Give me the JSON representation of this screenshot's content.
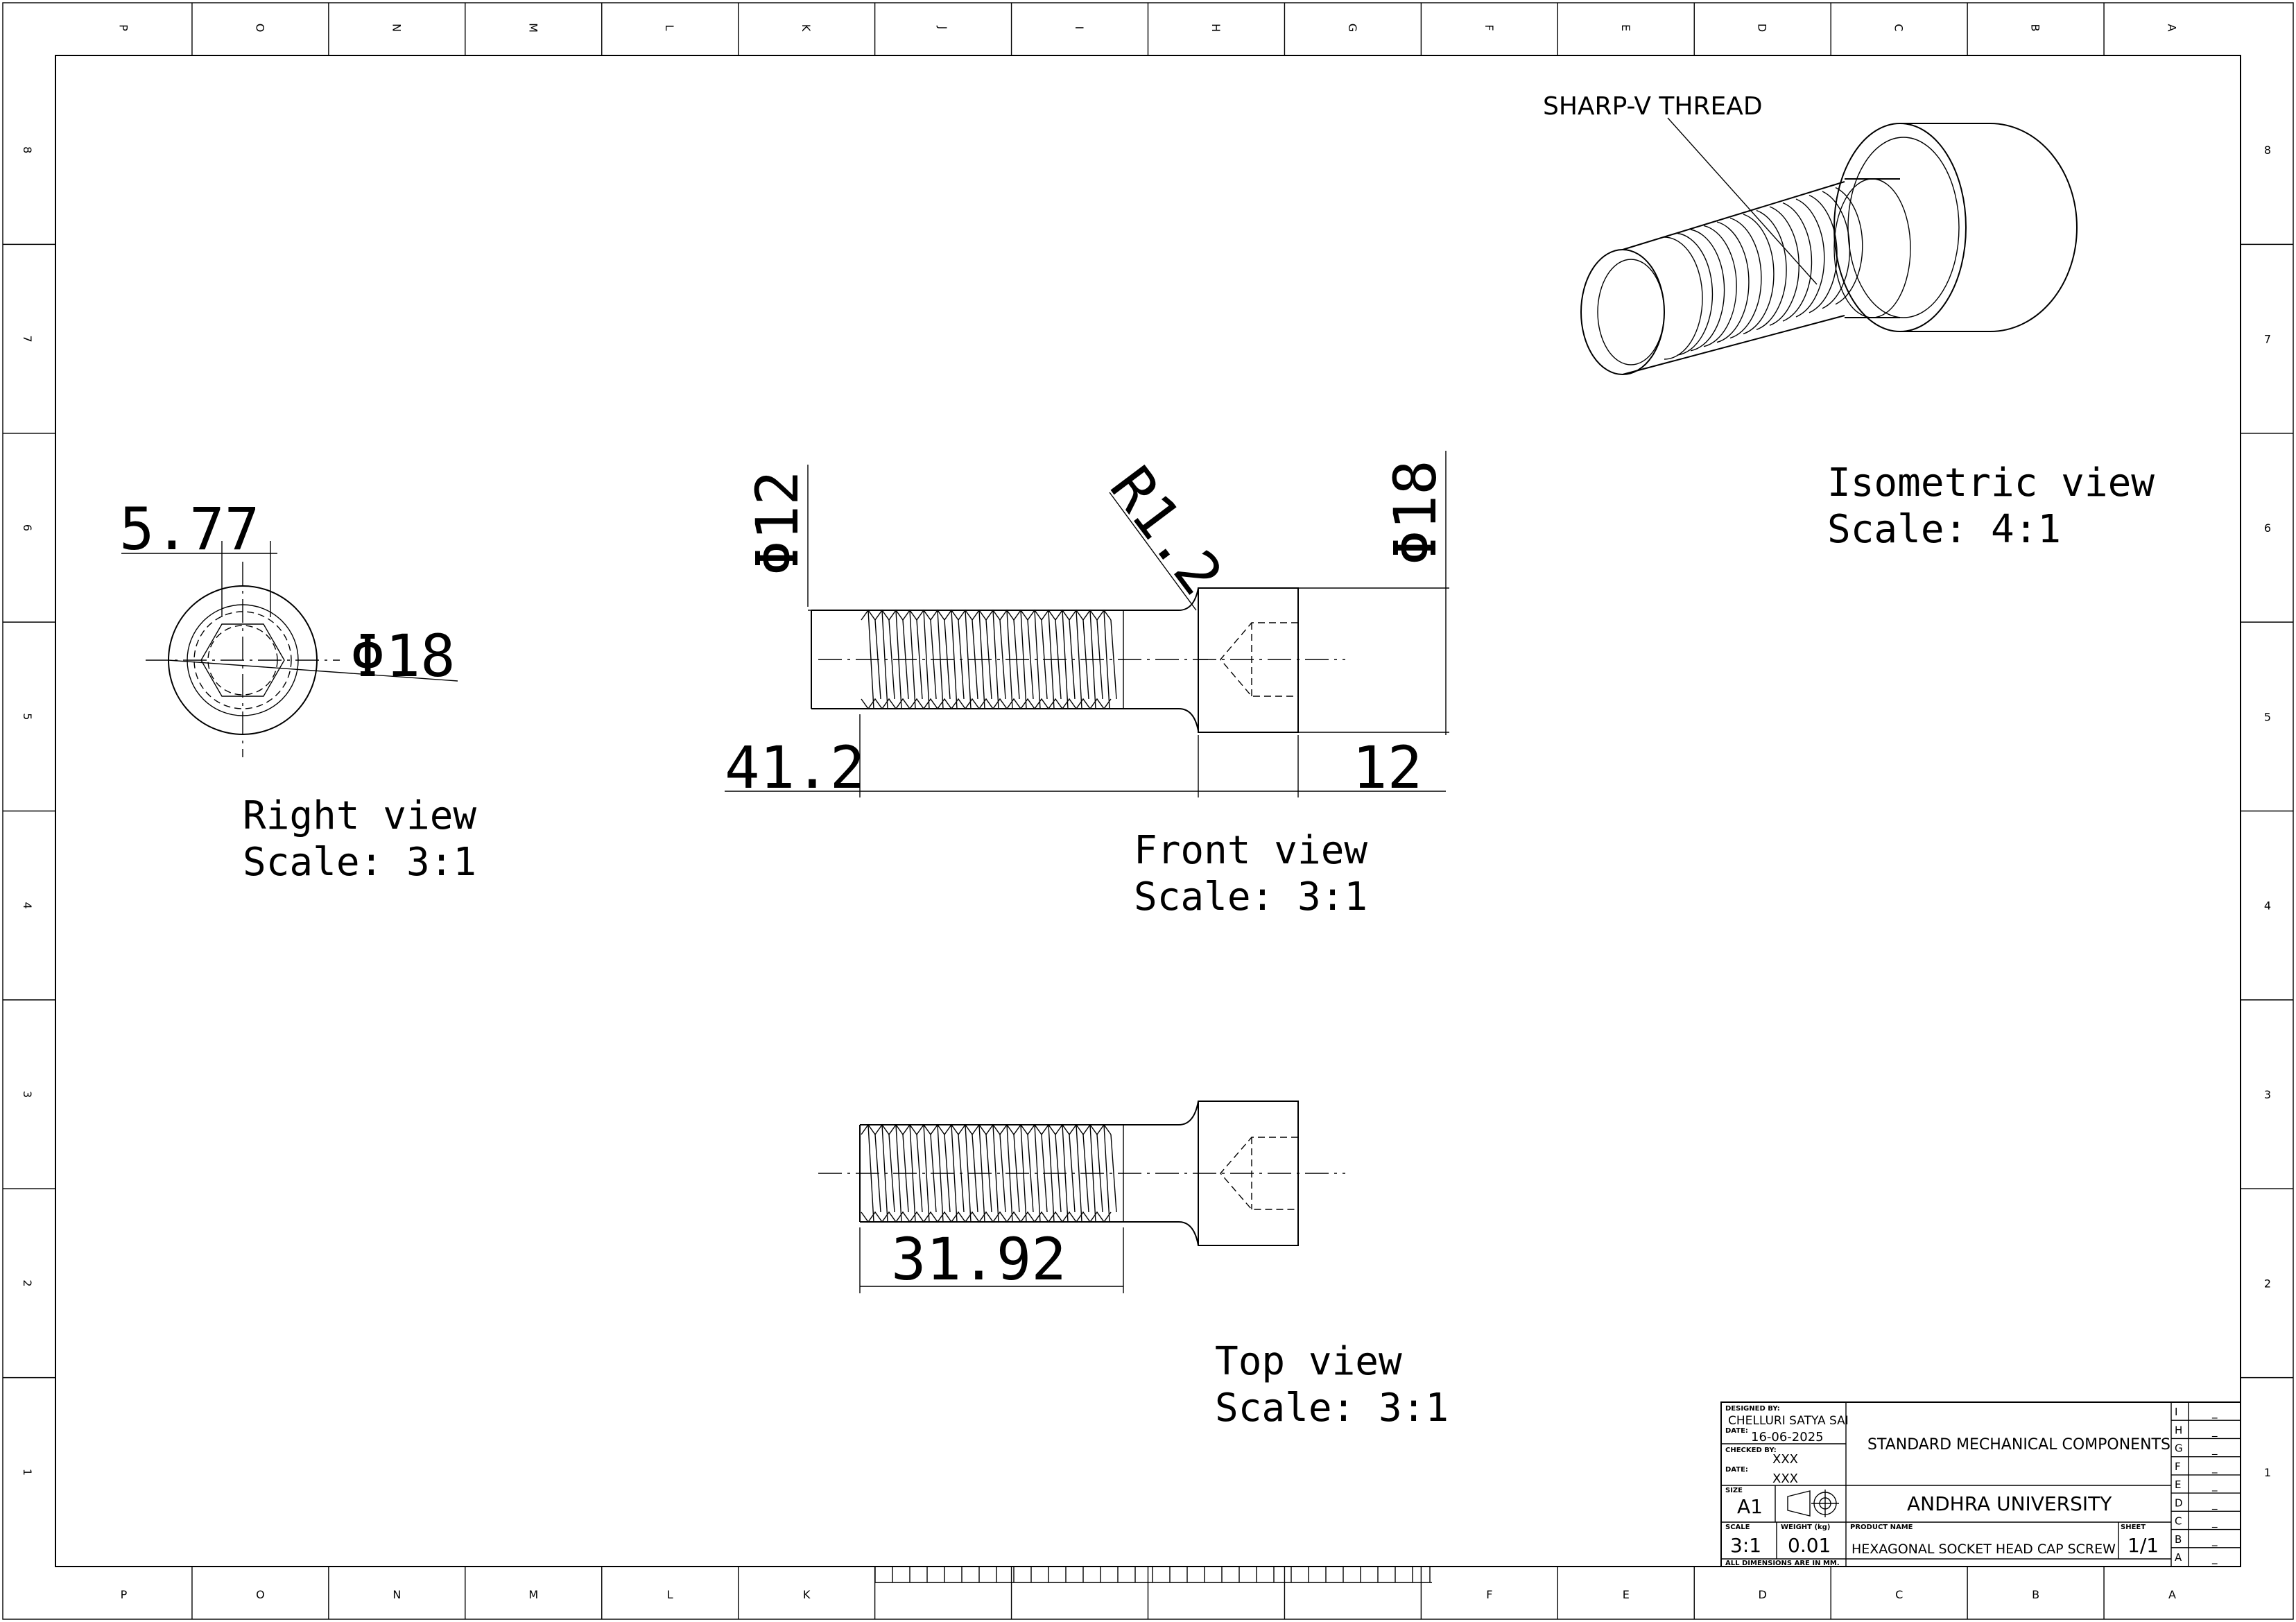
{
  "zones": {
    "letters_top": [
      "P",
      "O",
      "N",
      "M",
      "L",
      "K",
      "J",
      "I",
      "H",
      "G",
      "F",
      "E",
      "D",
      "C",
      "B",
      "A"
    ],
    "letters_bottom": [
      "P",
      "O",
      "N",
      "M",
      "L",
      "K",
      "",
      "",
      "",
      "",
      "F",
      "E",
      "D",
      "C",
      "B",
      "A"
    ],
    "numbers": [
      "8",
      "7",
      "6",
      "5",
      "4",
      "3",
      "2",
      "1"
    ]
  },
  "views": {
    "right": {
      "title": "Right view",
      "scale": "Scale:  3:1",
      "dims": [
        "5.77",
        "Φ18"
      ]
    },
    "front": {
      "title": "Front view",
      "scale": "Scale:  3:1",
      "dims": [
        "Φ12",
        "R1.2",
        "Φ18",
        "41.2",
        "12"
      ]
    },
    "top": {
      "title": "Top view",
      "scale": "Scale:  3:1",
      "dims": [
        "31.92"
      ]
    },
    "isometric": {
      "title": "Isometric view",
      "scale": "Scale:  4:1",
      "note": "SHARP-V THREAD"
    }
  },
  "title_block": {
    "designed_by_label": "DESIGNED BY:",
    "designer": "CHELLURI SATYA SAI",
    "date_label": "DATE:",
    "date": "16-06-2025",
    "checked_by_label": "CHECKED BY:",
    "checker": "XXX",
    "date2_label": "DATE:",
    "date2": "XXX",
    "size_label": "SIZE",
    "size": "A1",
    "scale_label": "SCALE",
    "scale": "3:1",
    "weight_label": "WEIGHT (kg)",
    "weight": "0.01",
    "product_label": "PRODUCT NAME",
    "sheet_label": "SHEET",
    "sheet": "1/1",
    "category": "STANDARD MECHANICAL COMPONENTS",
    "institution": "ANDHRA UNIVERSITY",
    "part_name": "HEXAGONAL SOCKET HEAD CAP SCREW",
    "footnote": "ALL DIMENSIONS ARE IN MM.",
    "revisions": [
      {
        "letter": "I",
        "value": "_"
      },
      {
        "letter": "H",
        "value": "_"
      },
      {
        "letter": "G",
        "value": "_"
      },
      {
        "letter": "F",
        "value": "_"
      },
      {
        "letter": "E",
        "value": "_"
      },
      {
        "letter": "D",
        "value": "_"
      },
      {
        "letter": "C",
        "value": "_"
      },
      {
        "letter": "B",
        "value": "_"
      },
      {
        "letter": "A",
        "value": "_"
      }
    ]
  }
}
